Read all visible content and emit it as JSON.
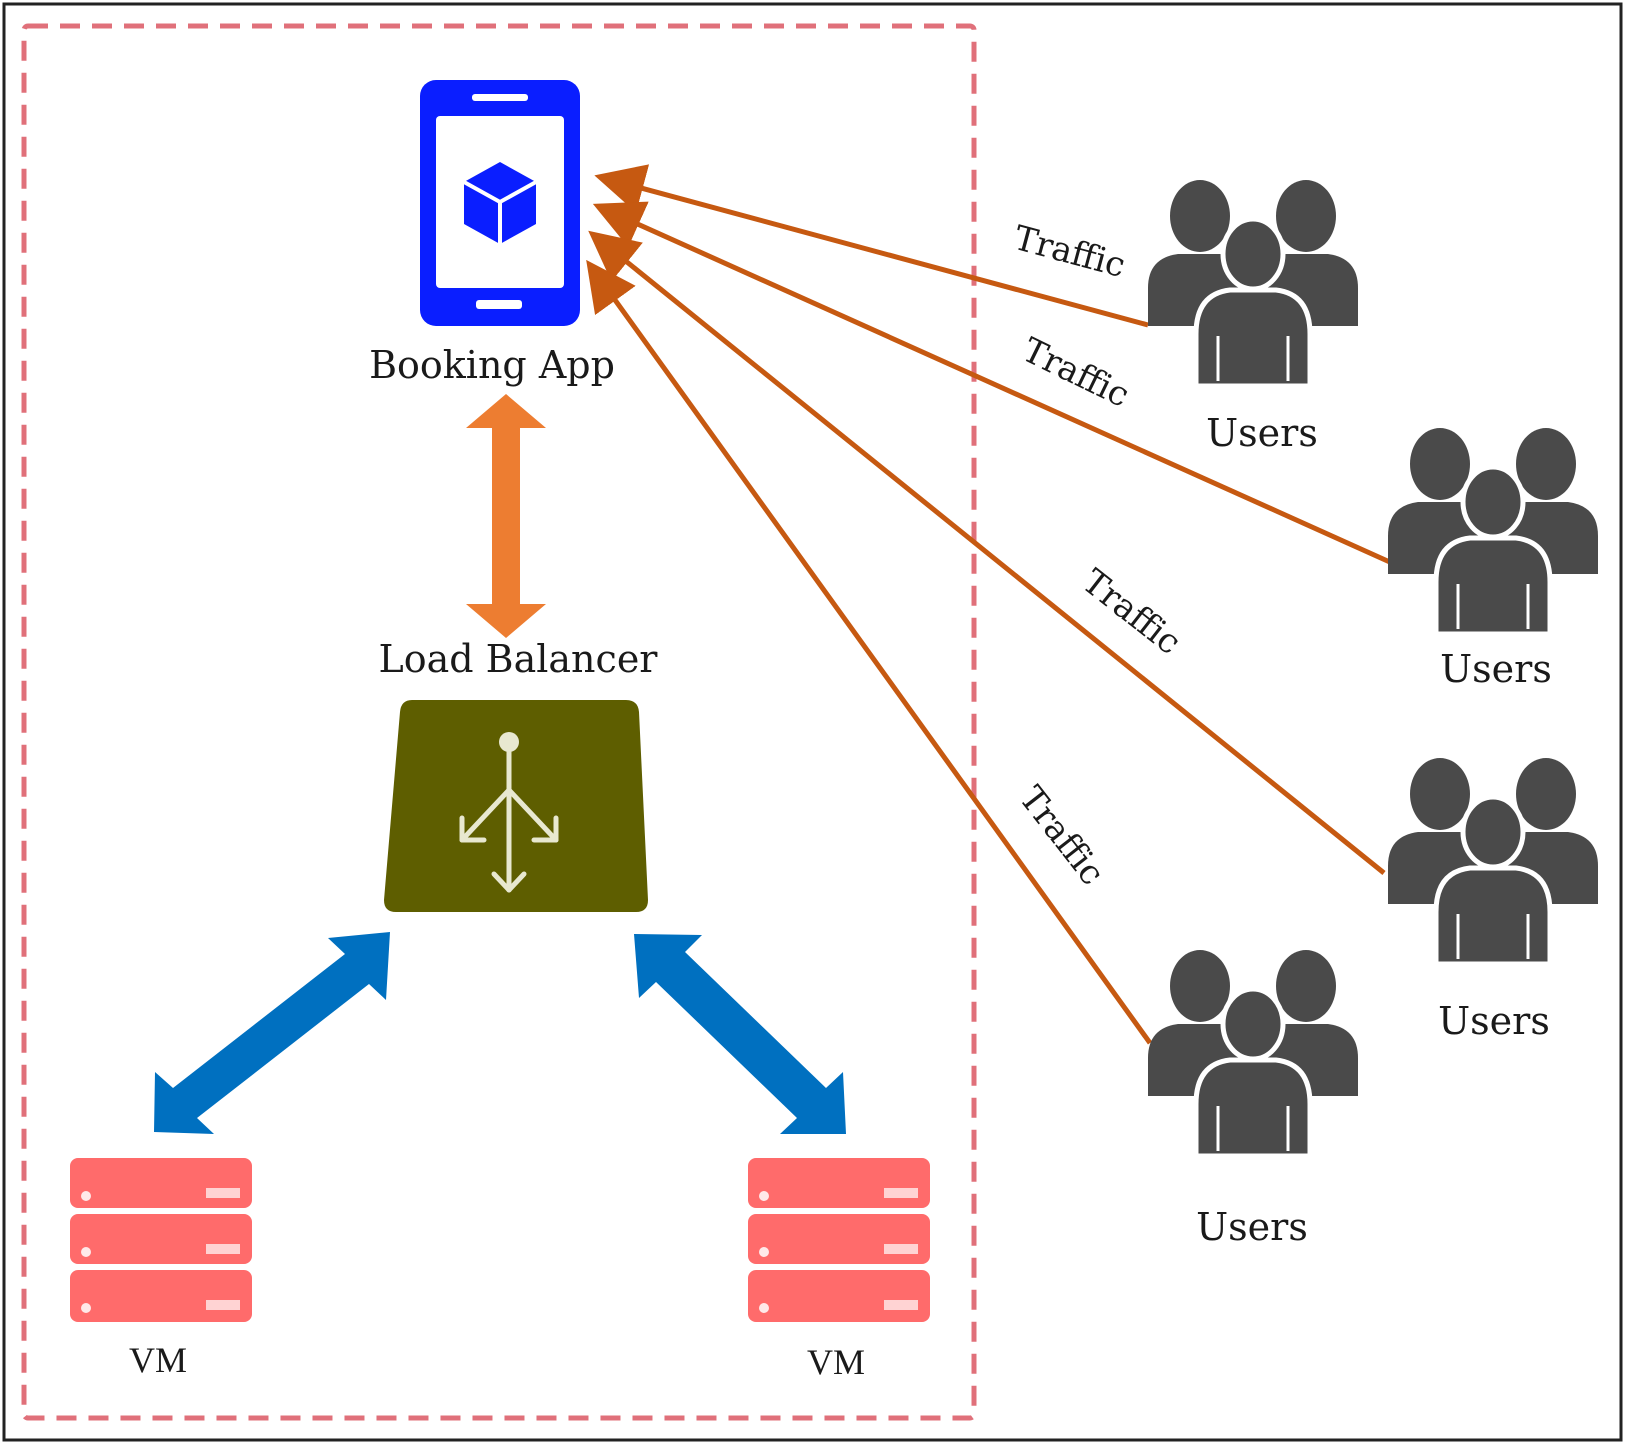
{
  "booking_app": {
    "label": "Booking App"
  },
  "load_balancer": {
    "label": "Load Balancer"
  },
  "vms": [
    {
      "label": "VM"
    },
    {
      "label": "VM"
    }
  ],
  "user_groups": [
    {
      "label": "Users"
    },
    {
      "label": "Users"
    },
    {
      "label": "Users"
    },
    {
      "label": "Users"
    }
  ],
  "traffic_labels": [
    "Traffic",
    "Traffic",
    "Traffic",
    "Traffic"
  ],
  "colors": {
    "boundary": "#e0707a",
    "phone": "#0a1eff",
    "traffic": "#c65911",
    "app_lb_arrow": "#ed7d31",
    "load_balancer": "#5e5e00",
    "lb_vm_arrows": "#0070c0",
    "server": "#ff6b6b",
    "users": "#4a4a4a"
  }
}
